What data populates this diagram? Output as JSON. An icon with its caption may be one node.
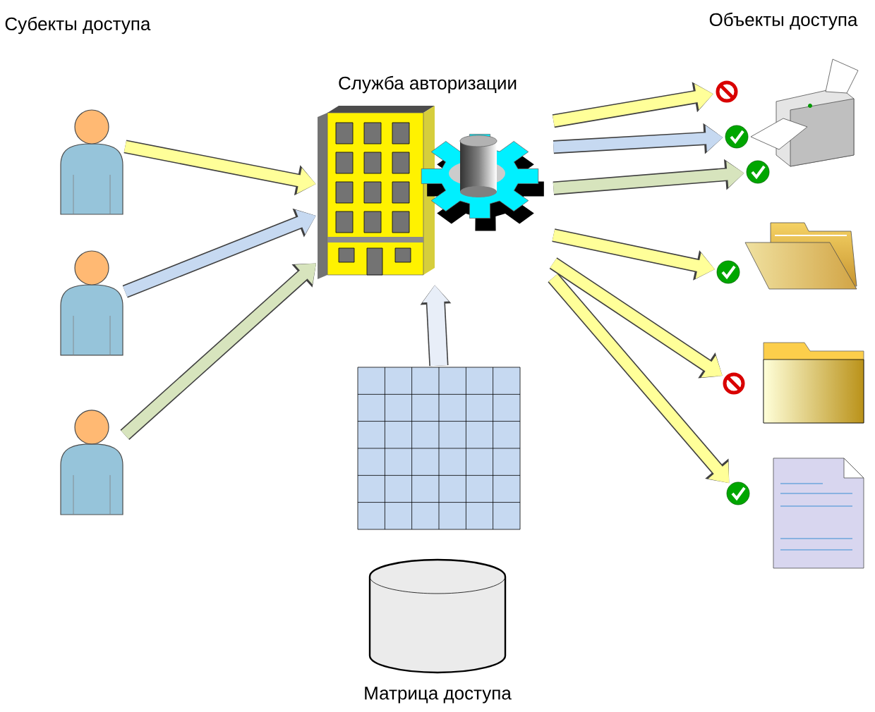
{
  "diagram": {
    "nodes": [
      {
        "text": [],
        "shape": "person"
      },
      {
        "text": [],
        "shape": "person"
      },
      {
        "text": [],
        "shape": "person"
      },
      {
        "text": [
          "Служба авторизации"
        ]
      },
      {
        "text": [],
        "shape": "picture"
      },
      {
        "text": [
          "Матрица доступа"
        ]
      },
      {
        "text": [],
        "shape": "circle"
      },
      {
        "text": [],
        "shape": "circle"
      },
      {
        "text": [],
        "shape": "circle"
      },
      {
        "text": [],
        "shape": "picture"
      },
      {
        "text": [],
        "shape": "circle"
      },
      {
        "text": [],
        "shape": "picture"
      },
      {
        "text": [],
        "shape": "circle"
      },
      {
        "text": [],
        "shape": "picture"
      },
      {
        "text": [],
        "shape": "circle"
      },
      {
        "text": [],
        "shape": "picture"
      }
    ],
    "edges": [
      {
        "from": 0,
        "to": 3,
        "arrow": "to"
      },
      {
        "from": 1,
        "to": 3,
        "arrow": "to",
        "color": "#c6d9f1"
      },
      {
        "from": 2,
        "to": 3,
        "arrow": "to",
        "color": "#d7e4bd"
      },
      {
        "from": 3,
        "to": 6,
        "arrow": "to"
      },
      {
        "from": 3,
        "to": 7,
        "arrow": "to",
        "color": "#c6d9f1"
      },
      {
        "from": 3,
        "to": 8,
        "arrow": "to",
        "color": "#d7e4bd"
      },
      {
        "from": 3,
        "to": 10,
        "arrow": "to"
      },
      {
        "from": 3,
        "to": 12,
        "arrow": "to"
      },
      {
        "from": 3,
        "to": 14,
        "arrow": "to"
      },
      {
        "from": 4,
        "to": 3,
        "arrow": "to",
        "color": "#e8eef8"
      }
    ],
    "labels": [
      "Субекты доступа",
      "Объекты доступа"
    ]
  }
}
